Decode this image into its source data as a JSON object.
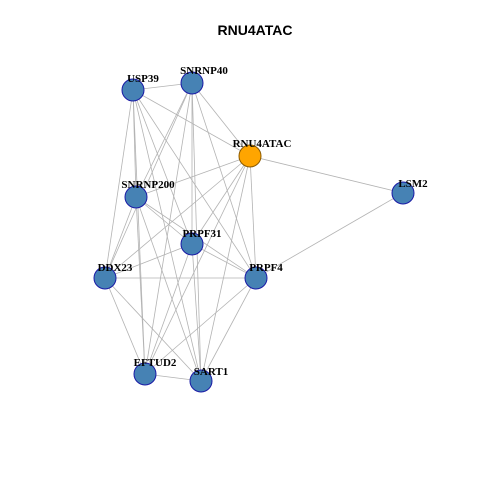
{
  "title": "RNU4ATAC",
  "colors": {
    "node_fill": "#4682b4",
    "node_stroke": "#1a1aa6",
    "query_fill": "#ffa500",
    "query_stroke": "#8b5a00",
    "edge": "#b3b3b3"
  },
  "nodes": [
    {
      "id": "USP39",
      "label": "USP39",
      "query": false
    },
    {
      "id": "SNRNP40",
      "label": "SNRNP40",
      "query": false
    },
    {
      "id": "RNU4ATAC",
      "label": "RNU4ATAC",
      "query": true
    },
    {
      "id": "LSM2",
      "label": "LSM2",
      "query": false
    },
    {
      "id": "SNRNP200",
      "label": "SNRNP200",
      "query": false
    },
    {
      "id": "PRPF31",
      "label": "PRPF31",
      "query": false
    },
    {
      "id": "DDX23",
      "label": "DDX23",
      "query": false
    },
    {
      "id": "PRPF4",
      "label": "PRPF4",
      "query": false
    },
    {
      "id": "EFTUD2",
      "label": "EFTUD2",
      "query": false
    },
    {
      "id": "SART1",
      "label": "SART1",
      "query": false
    }
  ],
  "edges": [
    [
      "USP39",
      "SNRNP40"
    ],
    [
      "USP39",
      "RNU4ATAC"
    ],
    [
      "USP39",
      "SNRNP200"
    ],
    [
      "USP39",
      "PRPF31"
    ],
    [
      "USP39",
      "DDX23"
    ],
    [
      "USP39",
      "PRPF4"
    ],
    [
      "USP39",
      "EFTUD2"
    ],
    [
      "USP39",
      "SART1"
    ],
    [
      "SNRNP40",
      "RNU4ATAC"
    ],
    [
      "SNRNP40",
      "SNRNP200"
    ],
    [
      "SNRNP40",
      "PRPF31"
    ],
    [
      "SNRNP40",
      "DDX23"
    ],
    [
      "SNRNP40",
      "PRPF4"
    ],
    [
      "SNRNP40",
      "EFTUD2"
    ],
    [
      "SNRNP40",
      "SART1"
    ],
    [
      "RNU4ATAC",
      "LSM2"
    ],
    [
      "RNU4ATAC",
      "SNRNP200"
    ],
    [
      "RNU4ATAC",
      "PRPF31"
    ],
    [
      "RNU4ATAC",
      "DDX23"
    ],
    [
      "RNU4ATAC",
      "PRPF4"
    ],
    [
      "RNU4ATAC",
      "EFTUD2"
    ],
    [
      "RNU4ATAC",
      "SART1"
    ],
    [
      "LSM2",
      "PRPF4"
    ],
    [
      "SNRNP200",
      "PRPF31"
    ],
    [
      "SNRNP200",
      "DDX23"
    ],
    [
      "SNRNP200",
      "PRPF4"
    ],
    [
      "SNRNP200",
      "EFTUD2"
    ],
    [
      "SNRNP200",
      "SART1"
    ],
    [
      "PRPF31",
      "DDX23"
    ],
    [
      "PRPF31",
      "PRPF4"
    ],
    [
      "PRPF31",
      "EFTUD2"
    ],
    [
      "PRPF31",
      "SART1"
    ],
    [
      "DDX23",
      "PRPF4"
    ],
    [
      "DDX23",
      "EFTUD2"
    ],
    [
      "DDX23",
      "SART1"
    ],
    [
      "PRPF4",
      "EFTUD2"
    ],
    [
      "PRPF4",
      "SART1"
    ],
    [
      "EFTUD2",
      "SART1"
    ]
  ]
}
